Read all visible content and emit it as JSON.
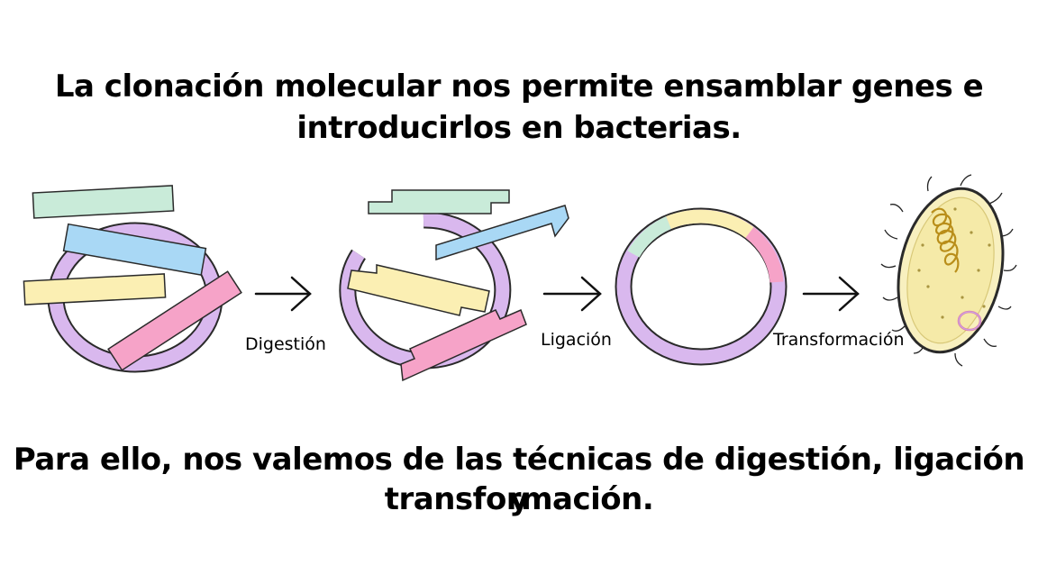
{
  "title": {
    "line1": "La clonación molecular nos permite ensamblar genes e",
    "line2": "introducirlos en bacterias."
  },
  "steps": {
    "digestion": "Digestión",
    "ligation": "Ligación",
    "transformation": "Transformación"
  },
  "footer": {
    "line1": "Para ello, nos valemos de las técnicas de digestión, ligación y",
    "line2": "transformación."
  },
  "colors": {
    "plasmid_purple": "#d9b8ee",
    "gene_green": "#c9ebd9",
    "gene_blue": "#a9d8f5",
    "gene_yellow": "#fbefb3",
    "gene_pink": "#f6a3c8",
    "bacterium_fill": "#f8f0bf",
    "chromosome": "#c9a227"
  }
}
